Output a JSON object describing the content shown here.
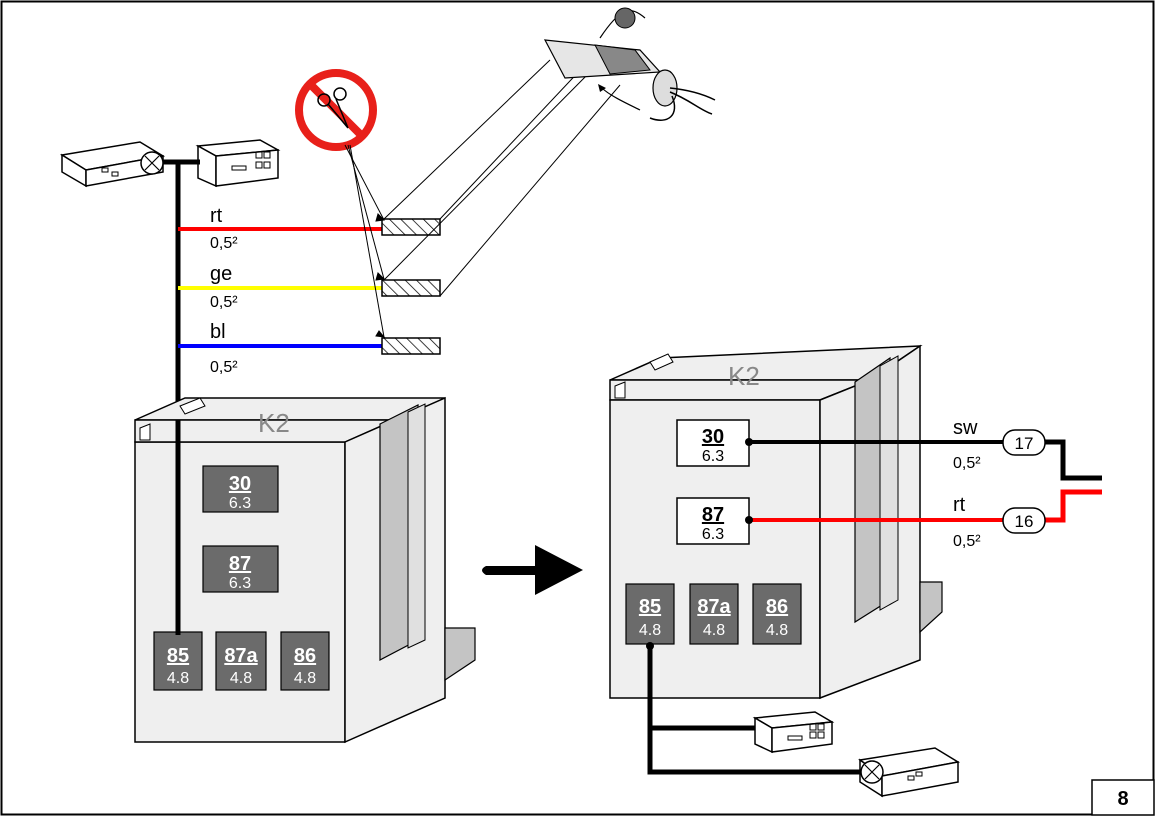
{
  "page_number": "8",
  "colors": {
    "red": "#ff0000",
    "yellow": "#ffff00",
    "blue": "#0000ff",
    "black": "#000000",
    "relay_face": "#efefef",
    "terminal_dark": "#6b6b6b",
    "relay_slot": "#c4c4c4",
    "no_cut_red": "#e8201a"
  },
  "icons": {
    "no_cut": "no-cutting-icon",
    "tape": "tape-wrapping-icon",
    "arrow": "right-arrow-icon"
  },
  "wires_left": [
    {
      "code": "rt",
      "size": "0,5²"
    },
    {
      "code": "ge",
      "size": "0,5²"
    },
    {
      "code": "bl",
      "size": "0,5²"
    }
  ],
  "relay_left": {
    "label": "K2",
    "t30": {
      "num": "30",
      "size": "6.3"
    },
    "t87": {
      "num": "87",
      "size": "6.3"
    },
    "t85": {
      "num": "85",
      "size": "4.8"
    },
    "t87a": {
      "num": "87a",
      "size": "4.8"
    },
    "t86": {
      "num": "86",
      "size": "4.8"
    }
  },
  "relay_right": {
    "label": "K2",
    "t30": {
      "num": "30",
      "size": "6.3"
    },
    "t87": {
      "num": "87",
      "size": "6.3"
    },
    "t85": {
      "num": "85",
      "size": "4.8"
    },
    "t87a": {
      "num": "87a",
      "size": "4.8"
    },
    "t86": {
      "num": "86",
      "size": "4.8"
    }
  },
  "wires_right": [
    {
      "code": "sw",
      "size": "0,5²",
      "callout": "17"
    },
    {
      "code": "rt",
      "size": "0,5²",
      "callout": "16"
    }
  ]
}
